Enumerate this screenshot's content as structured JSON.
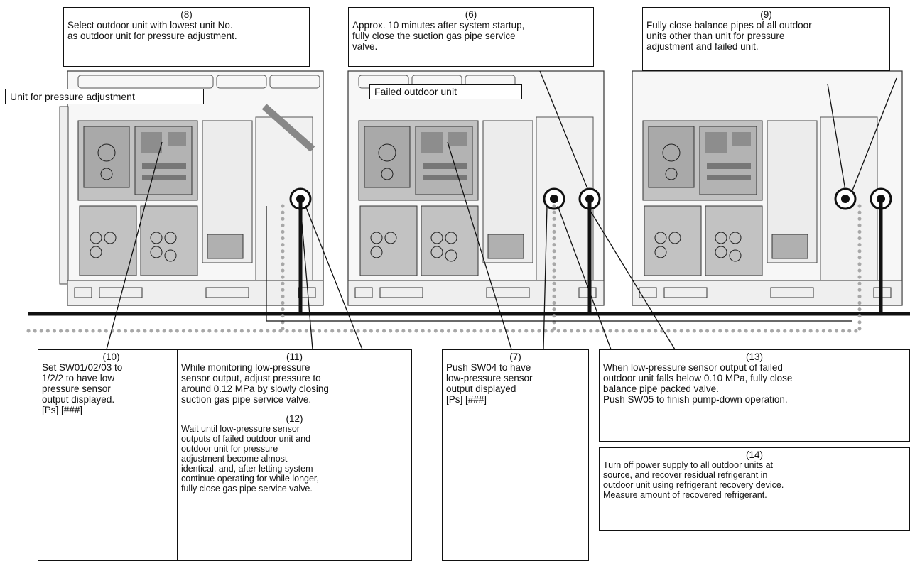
{
  "labels": {
    "unit_pressure": "Unit for pressure adjustment",
    "failed_unit": "Failed outdoor unit"
  },
  "notes": {
    "n8": {
      "num": "(8)",
      "text": "Select outdoor unit with lowest unit No.\nas outdoor unit for pressure adjustment."
    },
    "n6": {
      "num": "(6)",
      "text": "Approx. 10 minutes after system startup,\nfully close the suction gas pipe service\nvalve."
    },
    "n9": {
      "num": "(9)",
      "text": "Fully close balance pipes of all outdoor\nunits other than unit for pressure\nadjustment and failed unit."
    },
    "n10": {
      "num": "(10)",
      "text": "Set SW01/02/03 to\n1/2/2 to have low\npressure sensor\noutput displayed.\n[Ps] [###]"
    },
    "n11": {
      "num": "(11)",
      "text": "While monitoring low-pressure\nsensor output, adjust pressure to\naround 0.12 MPa by slowly closing\nsuction gas pipe service valve."
    },
    "n12": {
      "num": "(12)",
      "text": "Wait until low-pressure sensor\noutputs of failed outdoor unit and\noutdoor unit for pressure\nadjustment become almost\nidentical, and, after letting system\ncontinue operating for while longer,\nfully close gas pipe service valve."
    },
    "n7": {
      "num": "(7)",
      "text": "Push SW04 to have\nlow-pressure sensor\noutput displayed\n[Ps] [###]"
    },
    "n13": {
      "num": "(13)",
      "text": "When low-pressure sensor output of failed\noutdoor unit falls below 0.10 MPa, fully close\nbalance pipe packed valve.\nPush SW05 to finish pump-down operation."
    },
    "n14": {
      "num": "(14)",
      "text": "Turn off power supply to all outdoor units at\nsource, and recover residual refrigerant in\noutdoor unit using refrigerant recovery device.\nMeasure amount of recovered refrigerant."
    }
  },
  "colors": {
    "line": "#111111",
    "board": "#bdbdbd",
    "frame": "#d9d9d9",
    "dot": "#a8a8a8"
  }
}
